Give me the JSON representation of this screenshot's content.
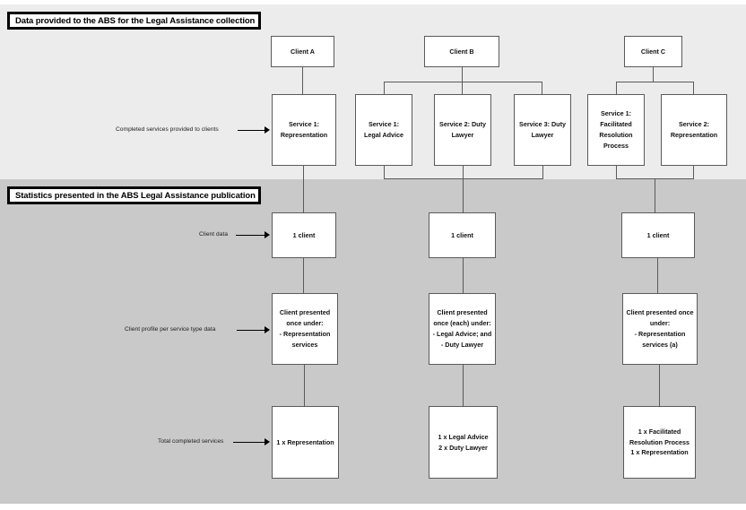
{
  "sections": [
    {
      "id": "data-provided",
      "title": "Data provided to the ABS for the Legal Assistance collection"
    },
    {
      "id": "statistics-presented",
      "title": "Statistics presented in the ABS Legal Assistance publication"
    }
  ],
  "annotations": [
    {
      "id": "completed-services",
      "label": "Completed services provided to clients"
    },
    {
      "id": "client-data",
      "label": "Client data"
    },
    {
      "id": "client-profile",
      "label": "Client profile per service type data"
    },
    {
      "id": "total-completed",
      "label": "Total completed services"
    }
  ],
  "columns": [
    {
      "id": "client-a",
      "client": "Client A",
      "services": [
        "Service 1:\nRepresentation"
      ],
      "client_count": "1 client",
      "profile": "Client presented\nonce under:\n- Representation\nservices",
      "totals": "1 x Representation"
    },
    {
      "id": "client-b",
      "client": "Client B",
      "services": [
        "Service 1:\nLegal Advice",
        "Service 2: Duty\nLawyer",
        "Service 3: Duty\nLawyer"
      ],
      "client_count": "1 client",
      "profile": "Client presented\nonce (each) under:\n- Legal Advice; and\n- Duty Lawyer",
      "totals": "1 x Legal Advice\n2 x Duty Lawyer"
    },
    {
      "id": "client-c",
      "client": "Client C",
      "services": [
        "Service 1:\nFacilitated\nResolution\nProcess",
        "Service 2:\nRepresentation"
      ],
      "client_count": "1 client",
      "profile": "Client presented once\nunder:\n- Representation\nservices (a)",
      "totals": "1 x Facilitated\nResolution Process\n1 x Representation"
    }
  ],
  "colors": {
    "band_top": "#ececec",
    "band_bottom": "#c9c9c9",
    "node_border": "#5a5a5a",
    "node_fill": "#ffffff",
    "title_border": "#000000",
    "arrow": "#000000"
  }
}
